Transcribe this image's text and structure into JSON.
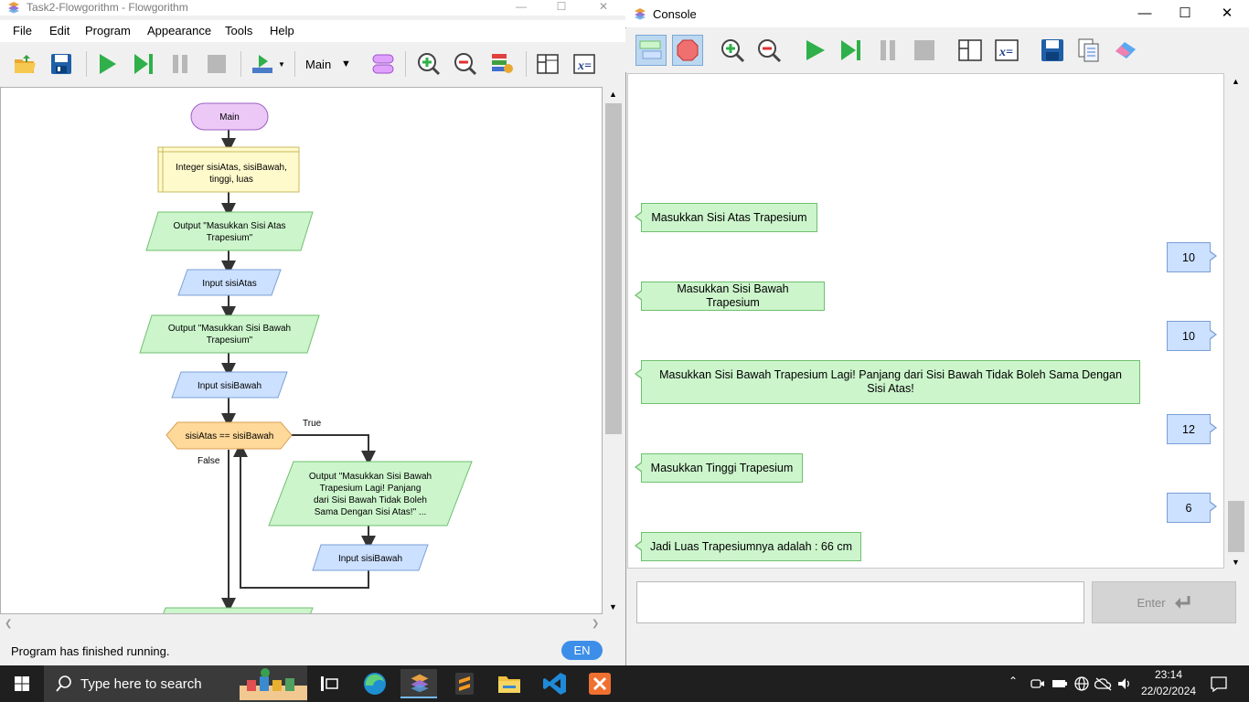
{
  "left_window": {
    "title": "Task2-Flowgorithm - Flowgorithm",
    "menu": [
      "File",
      "Edit",
      "Program",
      "Appearance",
      "Tools",
      "Help"
    ],
    "function_selector": "Main",
    "status": "Program has finished running.",
    "language": "EN",
    "flowchart": {
      "start": "Main",
      "declare": "Integer sisiAtas, sisiBawah, tinggi, luas",
      "output1": "Output \"Masukkan Sisi Atas Trapesium\"",
      "input1": "Input sisiAtas",
      "output2": "Output \"Masukkan Sisi Bawah Trapesium\"",
      "input2": "Input sisiBawah",
      "loop_condition": "sisiAtas == sisiBawah",
      "true_label": "True",
      "false_label": "False",
      "loop_output": "Output \"Masukkan Sisi Bawah Trapesium Lagi! Panjang dari Sisi Bawah Tidak Boleh Sama Dengan Sisi Atas!\" ...",
      "loop_input": "Input sisiBawah"
    }
  },
  "console": {
    "title": "Console",
    "messages": [
      {
        "type": "output",
        "text": "Masukkan Sisi Atas Trapesium"
      },
      {
        "type": "input",
        "text": "10"
      },
      {
        "type": "output",
        "text": "Masukkan Sisi Bawah Trapesium"
      },
      {
        "type": "input",
        "text": "10"
      },
      {
        "type": "output",
        "text": "Masukkan Sisi Bawah Trapesium Lagi! Panjang dari Sisi Bawah Tidak Boleh Sama Dengan Sisi Atas!"
      },
      {
        "type": "input",
        "text": "12"
      },
      {
        "type": "output",
        "text": "Masukkan Tinggi Trapesium"
      },
      {
        "type": "input",
        "text": "6"
      },
      {
        "type": "output",
        "text": "Jadi Luas Trapesiumnya adalah : 66 cm"
      }
    ],
    "enter_label": "Enter"
  },
  "taskbar": {
    "search_placeholder": "Type here to search",
    "time": "23:14",
    "date": "22/02/2024"
  },
  "colors": {
    "output_bubble": "#ccf5cc",
    "input_bubble": "#cce0ff",
    "accent": "#3d8ee8"
  }
}
